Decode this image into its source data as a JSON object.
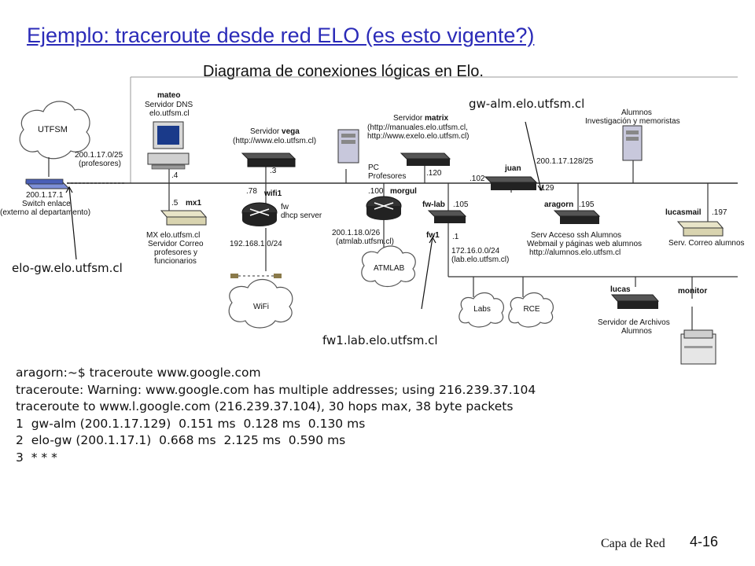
{
  "title": "Ejemplo: traceroute desde red ELO (es esto vigente?)",
  "diagram_title": "Diagrama de conexiones lógicas en Elo.",
  "nodes": {
    "utfsm": "UTFSM",
    "switch": {
      "ip": "200.1.17.1",
      "line1": "Switch enlace",
      "line2": "(externo al departamento)"
    },
    "profesores_net": {
      "line1": "200.1.17.0/25",
      "line2": "(profesores)"
    },
    "mateo": {
      "name": "mateo",
      "line1": "Servidor DNS",
      "line2": "elo.utfsm.cl",
      "ip": ".4"
    },
    "vega": {
      "prefix": "Servidor ",
      "name": "vega",
      "line2": "(http://www.elo.utfsm.cl)",
      "ip": ".3"
    },
    "matrix": {
      "prefix": "Servidor ",
      "name": "matrix",
      "line2": "(http://manuales.elo.utfsm.cl,",
      "line3": "http://www.exelo.elo.utfsm.cl)",
      "ip": ".120"
    },
    "pc": {
      "line1": "PC",
      "line2": "Profesores"
    },
    "juan": {
      "name": "juan",
      "ip1": ".102",
      "ip2": ".129"
    },
    "alumnos": {
      "line1": "Alumnos",
      "line2": "Investigación y memoristas"
    },
    "alumnos_net": "200.1.17.128/25",
    "mx1": {
      "name": "mx1",
      "ip": ".5",
      "line1": "MX elo.utfsm.cl",
      "line2": "Servidor Correo",
      "line3": "profesores y",
      "line4": "funcionarios"
    },
    "wifi1": {
      "name": "wifi1",
      "ip": ".78",
      "line1": "fw",
      "line2": "dhcp server",
      "net": "192.168.1.0/24"
    },
    "wifi_cloud": "WiFi",
    "morgul": {
      "name": "morgul",
      "ip": ".100",
      "net1": "200.1.18.0/26",
      "net2": "(atmlab.utfsm.cl)"
    },
    "atmlab": "ATMLAB",
    "fw_lab": {
      "name": "fw-lab",
      "ip": ".105"
    },
    "fw1": {
      "name": "fw1",
      "ip": ".1",
      "net1": "172.16.0.0/24",
      "net2": "(lab.elo.utfsm.cl)"
    },
    "aragorn": {
      "name": "aragorn",
      "ip": ".195",
      "line1": "Serv Acceso ssh Alumnos",
      "line2": "Webmail y páginas web alumnos",
      "line3": "http://alumnos.elo.utfsm.cl"
    },
    "lucasmail": {
      "name": "lucasmail",
      "ip": ".197",
      "line1": "Serv. Correo alumnos"
    },
    "labs": "Labs",
    "rce": "RCE",
    "lucas": {
      "name": "lucas",
      "line1": "Servidor de Archivos",
      "line2": "Alumnos"
    },
    "monitor": {
      "name": "monitor"
    }
  },
  "callouts": {
    "gw_alm": "gw-alm.elo.utfsm.cl",
    "elo_gw": "elo-gw.elo.utfsm.cl",
    "fw1_lab": "fw1.lab.elo.utfsm.cl"
  },
  "console": [
    "aragorn:~$ traceroute www.google.com",
    "traceroute: Warning: www.google.com has multiple addresses; using 216.239.37.104",
    "traceroute to www.l.google.com (216.239.37.104), 30 hops max, 38 byte packets",
    "1  gw-alm (200.1.17.129)  0.151 ms  0.128 ms  0.130 ms",
    "2  elo-gw (200.1.17.1)  0.668 ms  2.125 ms  0.590 ms",
    "3  * * *"
  ],
  "footer": {
    "label": "Capa de Red",
    "page": "4-16"
  }
}
